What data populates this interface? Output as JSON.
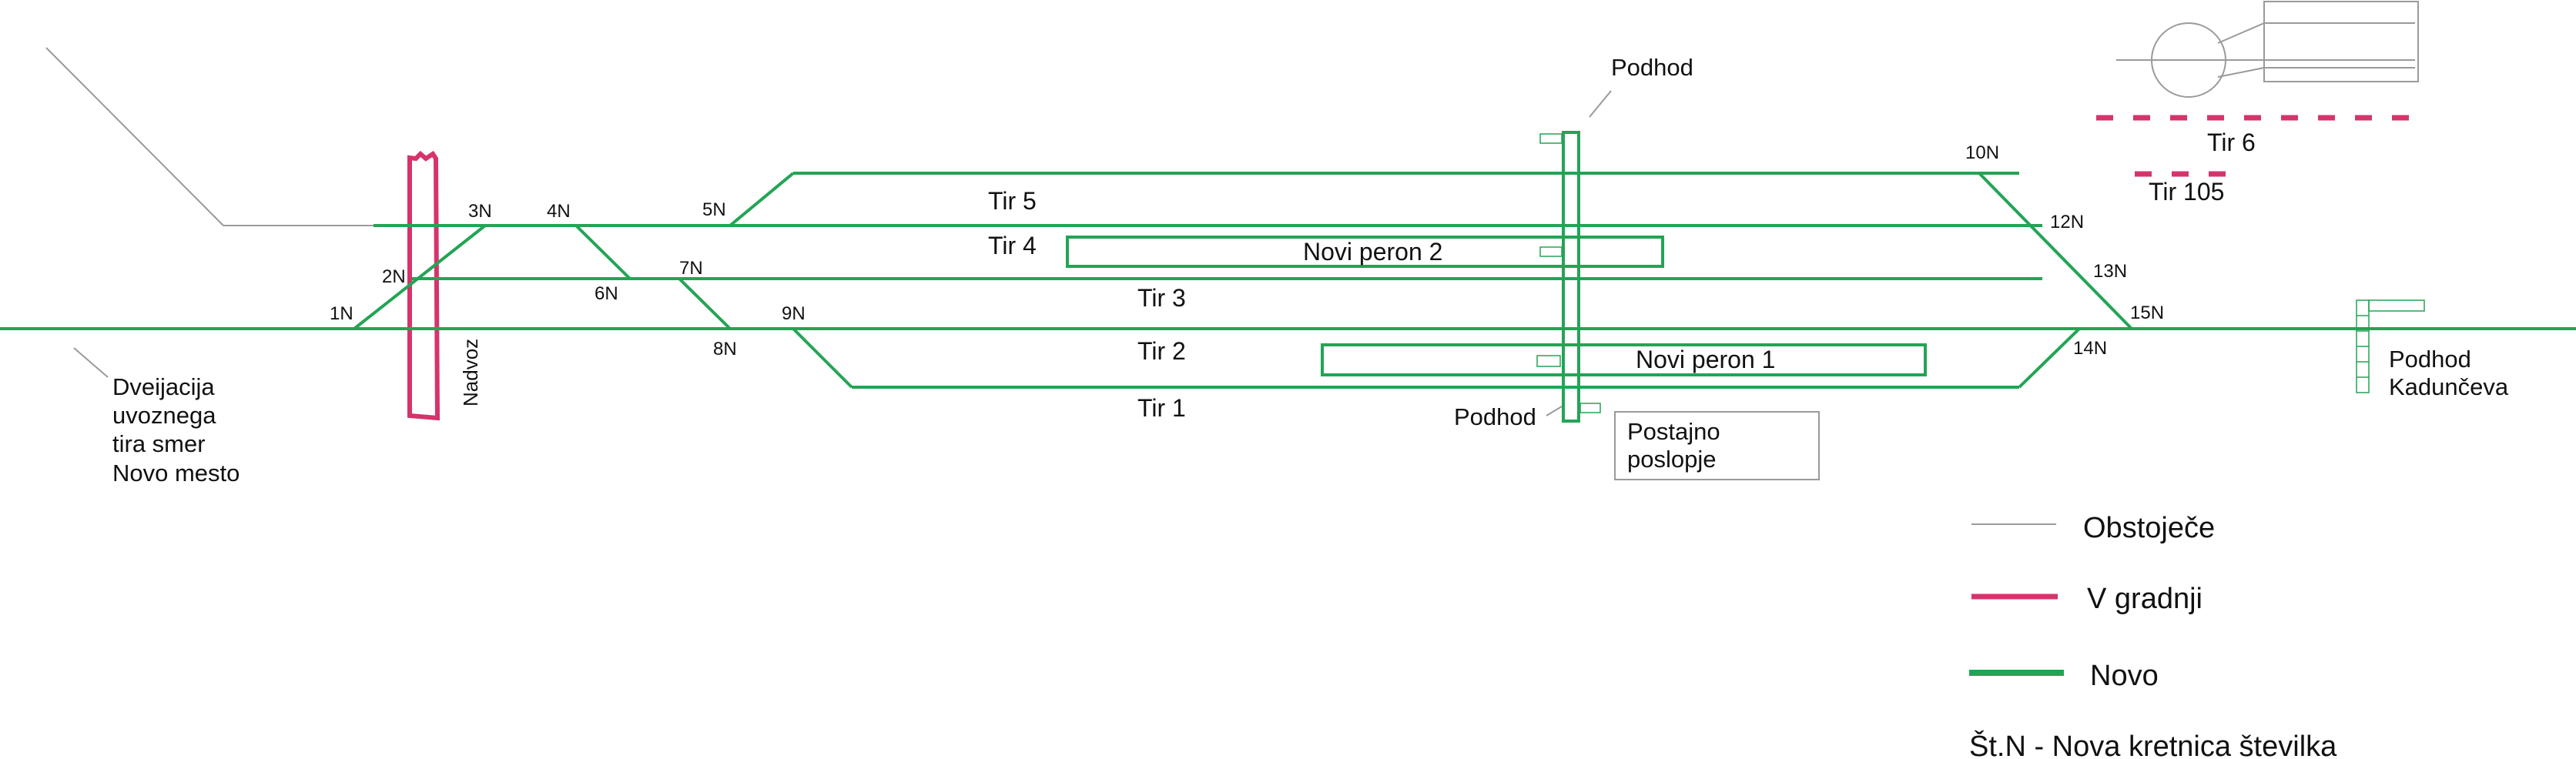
{
  "colors": {
    "existing": "#9a9a9a",
    "under_construction": "#d6336c",
    "new": "#23a455",
    "building_border": "#9a9a9a",
    "text": "#111111"
  },
  "tracks": {
    "tir1": "Tir 1",
    "tir2": "Tir 2",
    "tir3": "Tir 3",
    "tir4": "Tir 4",
    "tir5": "Tir 5",
    "tir6": "Tir 6",
    "tir105": "Tir 105"
  },
  "switches": {
    "s1": "1N",
    "s2": "2N",
    "s3": "3N",
    "s4": "4N",
    "s5": "5N",
    "s6": "6N",
    "s7": "7N",
    "s8": "8N",
    "s9": "9N",
    "s10": "10N",
    "s12": "12N",
    "s13": "13N",
    "s14": "14N",
    "s15": "15N"
  },
  "platforms": {
    "p1": "Novi peron 1",
    "p2": "Novi peron 2"
  },
  "labels": {
    "podhod_top": "Podhod",
    "podhod_bottom": "Podhod",
    "podhod_kadunceva": [
      "Podhod",
      "Kadunčeva"
    ],
    "station_building": [
      "Postajno",
      "poslopje"
    ],
    "nadvoz": "Nadvoz",
    "relocation_note": [
      "Dveijacija",
      "uvoznega",
      "tira smer",
      "Novo mesto"
    ]
  },
  "legend": {
    "existing": "Obstoječe",
    "under_construction": "V gradnji",
    "new": "Novo",
    "switch_note": "Št.N - Nova kretnica številka"
  }
}
